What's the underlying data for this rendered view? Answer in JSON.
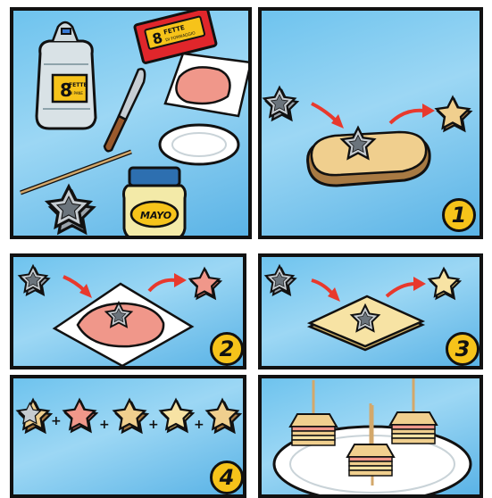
{
  "panels": [
    {
      "id": "ingredients",
      "step": null
    },
    {
      "id": "cut-bread",
      "step": "1"
    },
    {
      "id": "cut-ham",
      "step": "2"
    },
    {
      "id": "cut-cheese",
      "step": "3"
    },
    {
      "id": "stack-layers",
      "step": "4"
    },
    {
      "id": "serve",
      "step": null
    }
  ],
  "packages": {
    "cheese_pack_count": "8",
    "cheese_pack_text": "FETTE",
    "cheese_pack_subtext": "DI FORMAGGIO",
    "bread_bag_count": "8",
    "bread_bag_text": "FETTE",
    "bread_bag_subtext": "DI PANE",
    "mayo_label": "MAYO"
  },
  "stack_operator": "+",
  "colors": {
    "sky": "#7cc7ef",
    "arrow": "#e8392d",
    "badge": "#f6c31a",
    "bread": "#f0cf8e",
    "crust": "#a87a43",
    "ham": "#f0978a",
    "cheese": "#f7e3a4",
    "cutter": "#9aa3ab"
  },
  "icons": [
    "bread-bag-icon",
    "cheese-package-icon",
    "knife-icon",
    "ham-slice-icon",
    "plate-icon",
    "skewer-icon",
    "star-cutter-icon",
    "mayo-jar-icon",
    "red-arrow-icon",
    "star-shape-icon",
    "sandwich-skewer-icon"
  ]
}
